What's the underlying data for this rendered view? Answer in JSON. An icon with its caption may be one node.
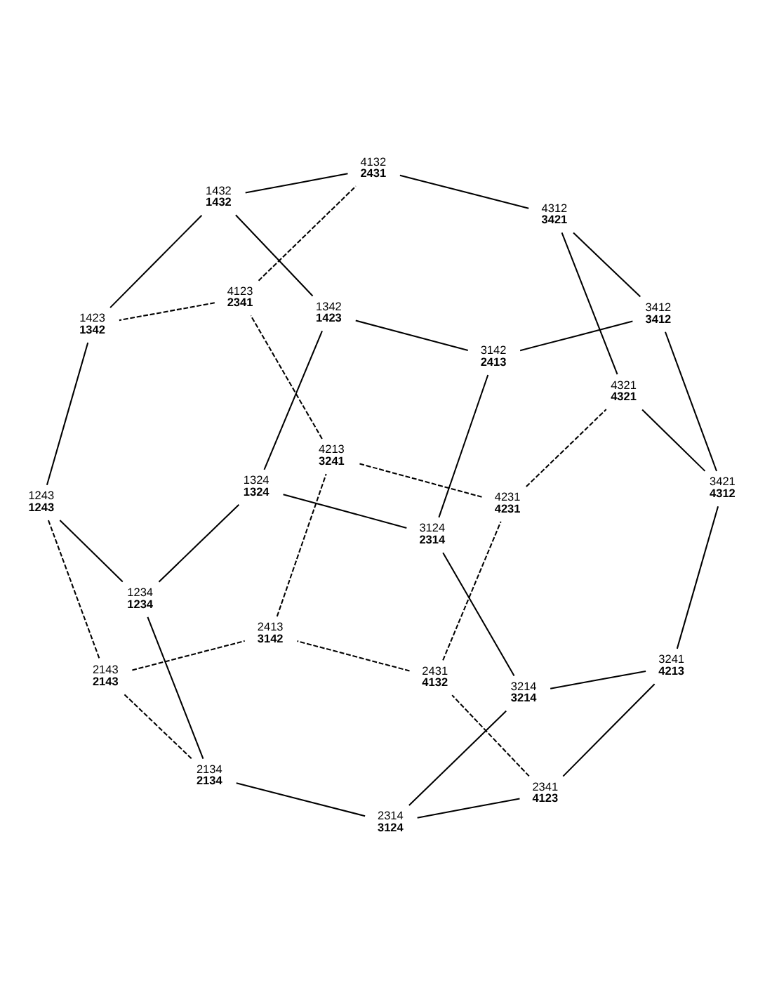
{
  "diagram": {
    "nodes": [
      {
        "text": [
          "2314",
          "3124"
        ]
      },
      {
        "text": [
          "2341",
          "4123"
        ]
      },
      {
        "text": [
          "3214",
          "3214"
        ]
      },
      {
        "text": [
          "3241",
          "4213"
        ]
      },
      {
        "text": [
          "2431",
          "4132"
        ]
      },
      {
        "text": [
          "3421",
          "4312"
        ]
      },
      {
        "text": [
          "2134",
          "2134"
        ]
      },
      {
        "text": [
          "3124",
          "2314"
        ]
      },
      {
        "text": [
          "2143",
          "2143"
        ]
      },
      {
        "text": [
          "2413",
          "3142"
        ]
      },
      {
        "text": [
          "1234",
          "1234"
        ]
      },
      {
        "text": [
          "4231",
          "4231"
        ]
      },
      {
        "text": [
          "4321",
          "4321"
        ]
      },
      {
        "text": [
          "1324",
          "1324"
        ]
      },
      {
        "text": [
          "3142",
          "2413"
        ]
      },
      {
        "text": [
          "4213",
          "3241"
        ]
      },
      {
        "text": [
          "3412",
          "3412"
        ]
      },
      {
        "text": [
          "1243",
          "1243"
        ]
      },
      {
        "text": [
          "4312",
          "3421"
        ]
      },
      {
        "text": [
          "1342",
          "1423"
        ]
      },
      {
        "text": [
          "4123",
          "2341"
        ]
      },
      {
        "text": [
          "1423",
          "1342"
        ]
      },
      {
        "text": [
          "1432",
          "1432"
        ]
      },
      {
        "text": [
          "4132",
          "2431"
        ]
      }
    ],
    "edges": [
      {
        "from": 10,
        "to": 6,
        "arrow": "none"
      },
      {
        "from": 10,
        "to": 13,
        "arrow": "none"
      },
      {
        "from": 10,
        "to": 17,
        "arrow": "none"
      },
      {
        "from": 6,
        "to": 0,
        "arrow": "none"
      },
      {
        "from": 6,
        "to": 8,
        "arrow": "none",
        "style": "dashed"
      },
      {
        "from": 13,
        "to": 7,
        "arrow": "none"
      },
      {
        "from": 13,
        "to": 19,
        "arrow": "none"
      },
      {
        "from": 17,
        "to": 8,
        "arrow": "none",
        "style": "dashed"
      },
      {
        "from": 17,
        "to": 21,
        "arrow": "none"
      },
      {
        "from": 0,
        "to": 2,
        "arrow": "none"
      },
      {
        "from": 0,
        "to": 1,
        "arrow": "none"
      },
      {
        "from": 1,
        "to": 3,
        "arrow": "none"
      },
      {
        "from": 1,
        "to": 4,
        "arrow": "none",
        "style": "dashed"
      },
      {
        "from": 2,
        "to": 7,
        "arrow": "none"
      },
      {
        "from": 2,
        "to": 3,
        "arrow": "none"
      },
      {
        "from": 3,
        "to": 5,
        "arrow": "none"
      },
      {
        "from": 4,
        "to": 11,
        "arrow": "none",
        "style": "dashed"
      },
      {
        "from": 4,
        "to": 9,
        "arrow": "none",
        "style": "dashed"
      },
      {
        "from": 5,
        "to": 12,
        "arrow": "none"
      },
      {
        "from": 5,
        "to": 16,
        "arrow": "none"
      },
      {
        "from": 8,
        "to": 9,
        "arrow": "none",
        "style": "dashed"
      },
      {
        "from": 7,
        "to": 14,
        "arrow": "none"
      },
      {
        "from": 9,
        "to": 15,
        "arrow": "none",
        "style": "dashed"
      },
      {
        "from": 11,
        "to": 12,
        "arrow": "none",
        "style": "dashed"
      },
      {
        "from": 11,
        "to": 15,
        "arrow": "none",
        "style": "dashed"
      },
      {
        "from": 12,
        "to": 18,
        "arrow": "none"
      },
      {
        "from": 14,
        "to": 19,
        "arrow": "none"
      },
      {
        "from": 14,
        "to": 16,
        "arrow": "none"
      },
      {
        "from": 15,
        "to": 20,
        "arrow": "none",
        "style": "dashed"
      },
      {
        "from": 16,
        "to": 18,
        "arrow": "none"
      },
      {
        "from": 19,
        "to": 22,
        "arrow": "none"
      },
      {
        "from": 18,
        "to": 23,
        "arrow": "none"
      },
      {
        "from": 20,
        "to": 21,
        "arrow": "none",
        "style": "dashed"
      },
      {
        "from": 20,
        "to": 23,
        "arrow": "none",
        "style": "dashed"
      },
      {
        "from": 21,
        "to": 22,
        "arrow": "none"
      },
      {
        "from": 22,
        "to": 23,
        "arrow": "none"
      }
    ]
  }
}
